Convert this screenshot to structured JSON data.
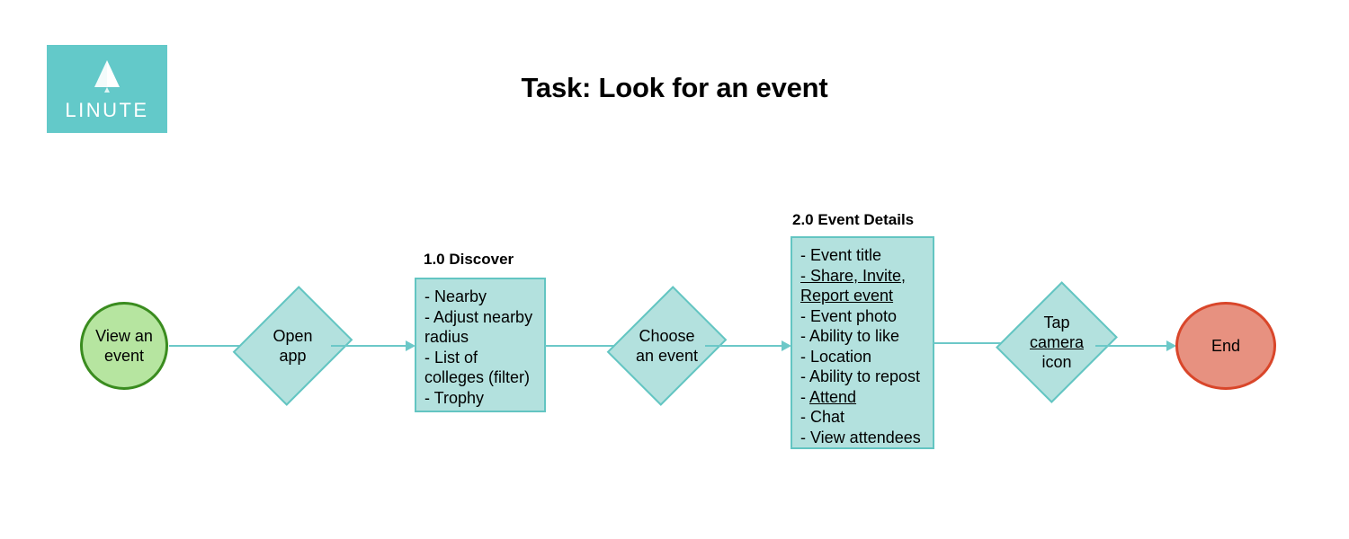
{
  "brand": {
    "name": "LINUTE",
    "logo_icon": "paper-plane-logo-icon",
    "color": "#63c9c9"
  },
  "title": "Task: Look for an event",
  "colors": {
    "teal_fill": "#b3e1de",
    "teal_border": "#63c5c2",
    "arrow": "#6cc8c8",
    "start_fill": "#b6e5a0",
    "start_border": "#3a8c1f",
    "end_fill": "#e79180",
    "end_border": "#d9462a"
  },
  "flow": {
    "start": {
      "label": "View an event",
      "shape": "circle"
    },
    "step_open_app": {
      "label": "Open app",
      "shape": "diamond"
    },
    "screen_discover": {
      "caption": "1.0 Discover",
      "shape": "rectangle",
      "items": [
        {
          "text": "- Nearby",
          "underline": false
        },
        {
          "text": "- Adjust nearby radius",
          "underline": false
        },
        {
          "text": "- List of colleges (filter)",
          "underline": false
        },
        {
          "text": "- Trophy",
          "underline": false
        }
      ]
    },
    "step_choose_event": {
      "label": "Choose an event",
      "shape": "diamond"
    },
    "screen_event_details": {
      "caption": "2.0 Event Details",
      "shape": "rectangle",
      "items": [
        {
          "text": "- Event title",
          "underline": false
        },
        {
          "text": "- Share, Invite, Report event",
          "underline": true
        },
        {
          "text": "- Event photo",
          "underline": false
        },
        {
          "text": "- Ability to like",
          "underline": false
        },
        {
          "text": "- Location",
          "underline": false
        },
        {
          "text": "- Ability to repost",
          "underline": false
        },
        {
          "text": "- Attend",
          "underline": true
        },
        {
          "text": "- Chat",
          "underline": false
        },
        {
          "text": "- View attendees",
          "underline": false
        }
      ]
    },
    "step_tap_camera": {
      "label_line1": "Tap",
      "label_line2": "camera",
      "label_line2_underline": true,
      "label_line3": "icon",
      "shape": "diamond"
    },
    "end": {
      "label": "End",
      "shape": "circle"
    }
  }
}
